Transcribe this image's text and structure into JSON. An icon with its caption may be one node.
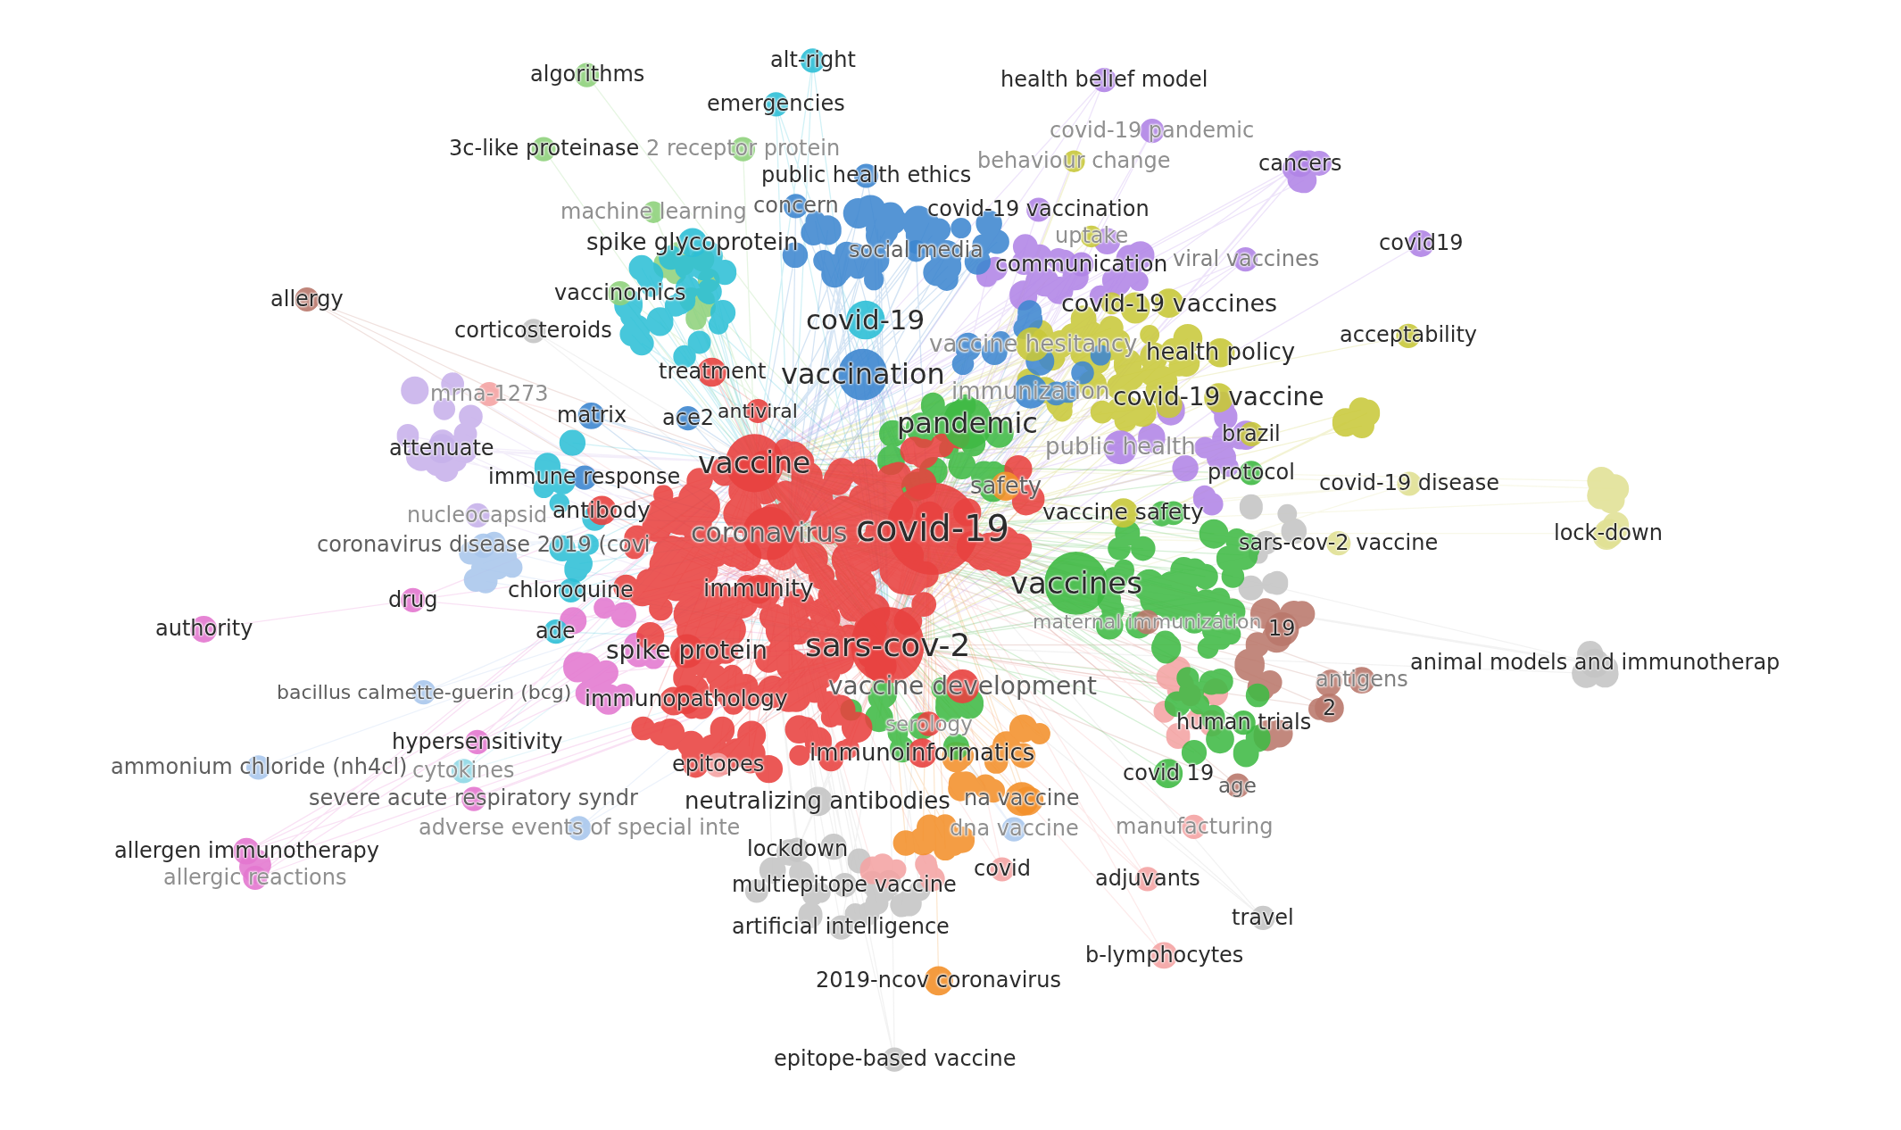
{
  "diagram": {
    "labels": [
      "algorithms",
      "alt-right",
      "health belief model",
      "emergencies",
      "covid-19 pandemic",
      "3c-like proteinase",
      "2 receptor protein",
      "public health ethics",
      "behaviour change",
      "cancers",
      "machine learning",
      "concern",
      "covid-19 vaccination",
      "spike glycoprotein",
      "social media",
      "uptake",
      "covid19",
      "communication",
      "viral vaccines",
      "allergy",
      "vaccinomics",
      "covid-19 vaccines",
      "corticosteroids",
      "covid-19",
      "vaccine hesitancy",
      "health policy",
      "acceptability",
      "treatment",
      "vaccination",
      "mrna-1273",
      "immunization",
      "covid-19 vaccine",
      "matrix",
      "ace2",
      "antiviral",
      "pandemic",
      "brazil",
      "attenuate",
      "public health",
      "immune response",
      "vaccine",
      "safety",
      "protocol",
      "covid-19 disease",
      "nucleocapsid",
      "antibody",
      "vaccine safety",
      "coronavirus disease 2019 (covi",
      "coronavirus",
      "covid-19",
      "sars-cov-2 vaccine",
      "lock-down",
      "drug",
      "chloroquine",
      "immunity",
      "vaccines",
      "authority",
      "ade",
      "maternal immunization",
      "19",
      "spike protein",
      "sars-cov-2",
      "animal models and immunotherap",
      "bacillus calmette-guerin (bcg)",
      "immunopathology",
      "vaccine development",
      "antigens",
      "serology",
      "human trials",
      "2",
      "hypersensitivity",
      "immunoinformatics",
      "ammonium chloride (nh4cl)",
      "cytokines",
      "epitopes",
      "covid 19",
      "age",
      "severe acute respiratory syndr",
      "neutralizing antibodies",
      "na vaccine",
      "adverse events of special inte",
      "dna vaccine",
      "manufacturing",
      "allergen immunotherapy",
      "lockdown",
      "allergic reactions",
      "multiepitope vaccine",
      "covid",
      "adjuvants",
      "artificial intelligence",
      "travel",
      "b-lymphocytes",
      "2019-ncov coronavirus",
      "epitope-based vaccine"
    ]
  }
}
